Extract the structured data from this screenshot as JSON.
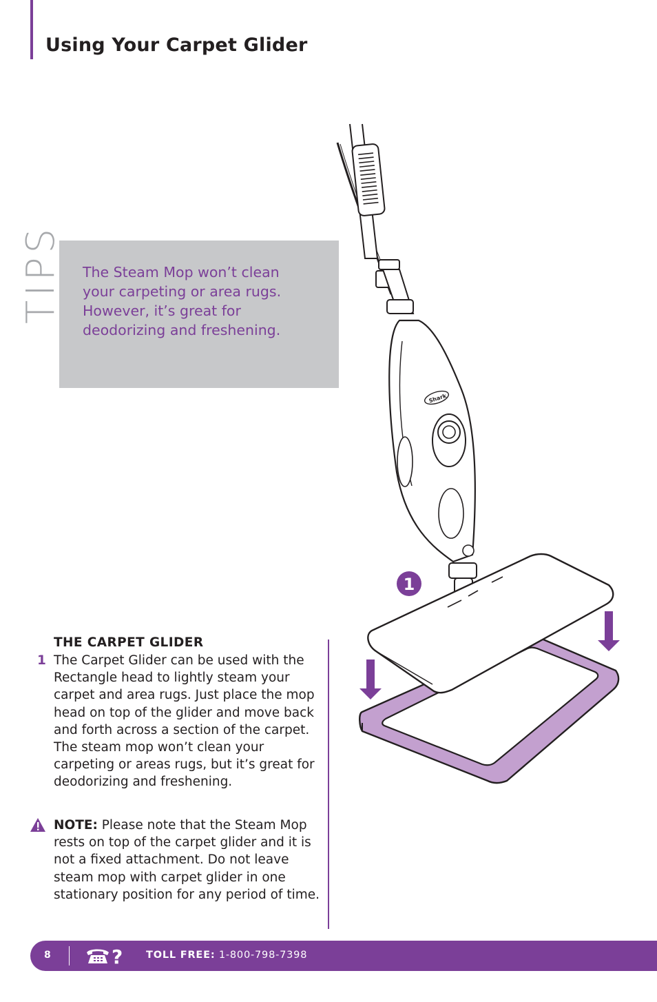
{
  "header": {
    "title": "Using Your Carpet Glider"
  },
  "tips": {
    "label": "TIPS",
    "text": "The Steam Mop won’t clean your carpeting or area rugs. However, it’s great for deodorizing and freshening."
  },
  "illustration": {
    "callout_number": "1",
    "brand_logo": "Shark",
    "icons": [
      "steam-mop-illustration",
      "down-arrow-icon",
      "carpet-glider-frame"
    ]
  },
  "section": {
    "heading": "THE CARPET GLIDER",
    "step_number": "1",
    "step_text": "The Carpet Glider can be used with the Rectangle head to lightly steam your carpet and area rugs. Just place the mop head on top of the glider and move back and forth across a section of the carpet. The steam mop won’t clean your carpeting or areas rugs, but it’s great for deodorizing and freshening."
  },
  "note": {
    "label": "NOTE:",
    "text": " Please note that the Steam Mop rests on top of the carpet glider and it is not a fixed attachment. Do not leave steam mop with carpet glider in one stationary position for any period of time."
  },
  "footer": {
    "page_number": "8",
    "toll_free_label": "TOLL FREE:",
    "phone": " 1-800-798-7398"
  },
  "colors": {
    "brand_purple": "#7b3f98",
    "glider_fill": "#c3a0cf",
    "tips_box": "#c7c8ca",
    "tips_label": "#a7a9ac"
  }
}
